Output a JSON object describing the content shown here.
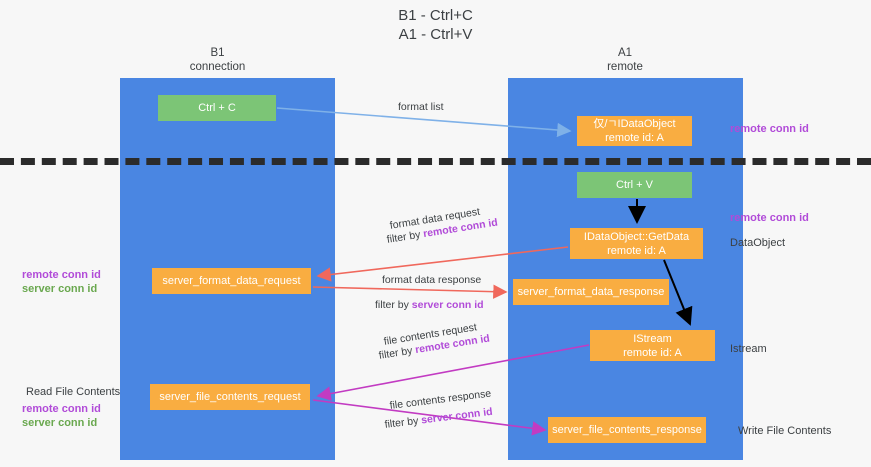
{
  "title": {
    "line1": "B1 - Ctrl+C",
    "line2": "A1 - Ctrl+V"
  },
  "columns": [
    {
      "name": "B1",
      "role": "connection"
    },
    {
      "name": "A1",
      "role": "remote"
    }
  ],
  "nodes": {
    "ctrl_c": "Ctrl + C",
    "idataobject_line1": "仅/ㄱIDataObject",
    "idataobject_line2": "remote id: A",
    "ctrl_v": "Ctrl + V",
    "getdata_line1": "IDataObject::GetData",
    "getdata_line2": "remote id: A",
    "server_format_data_request": "server_format_data_request",
    "server_format_data_response": "server_format_data_response",
    "istream_line1": "IStream",
    "istream_line2": "remote id: A",
    "server_file_contents_request": "server_file_contents_request",
    "server_file_contents_response": "server_file_contents_response"
  },
  "edge_labels": {
    "format_list": "format list",
    "format_data_request": "format data request",
    "format_data_request_filter_prefix": "filter by ",
    "format_data_request_filter_key": "remote conn id",
    "format_data_response": "format data response",
    "format_data_response_filter_prefix": "filter by ",
    "format_data_response_filter_key": "server conn id",
    "file_contents_request": "file contents request",
    "file_contents_request_filter_prefix": "filter by ",
    "file_contents_request_filter_key": "remote conn id",
    "file_contents_response": "file contents response",
    "file_contents_response_filter_prefix": "filter by ",
    "file_contents_response_filter_key": "server conn id"
  },
  "annotations": {
    "right_remote_conn_id_top": "remote conn id",
    "right_remote_conn_id_mid": "remote conn id",
    "right_dataobject": "DataObject",
    "right_istream": "Istream",
    "right_write_file_contents": "Write File Contents",
    "left_remote_conn_id_mid": "remote conn id",
    "left_server_conn_id_mid": "server conn id",
    "left_read_file_contents": "Read File Contents",
    "left_remote_conn_id_bottom": "remote conn id",
    "left_server_conn_id_bottom": "server conn id"
  },
  "colors": {
    "lane": "#4a86e2",
    "green_node": "#7cc576",
    "orange_node": "#f9ad41",
    "purple_text": "#b14bd8",
    "green_text": "#6aa84f",
    "divider": "#2b2b2b",
    "arrow_blue": "#7fb1e8",
    "arrow_red": "#f0685c",
    "arrow_magenta": "#c23bc2",
    "arrow_black": "#000000",
    "background": "#f7f7f7"
  }
}
